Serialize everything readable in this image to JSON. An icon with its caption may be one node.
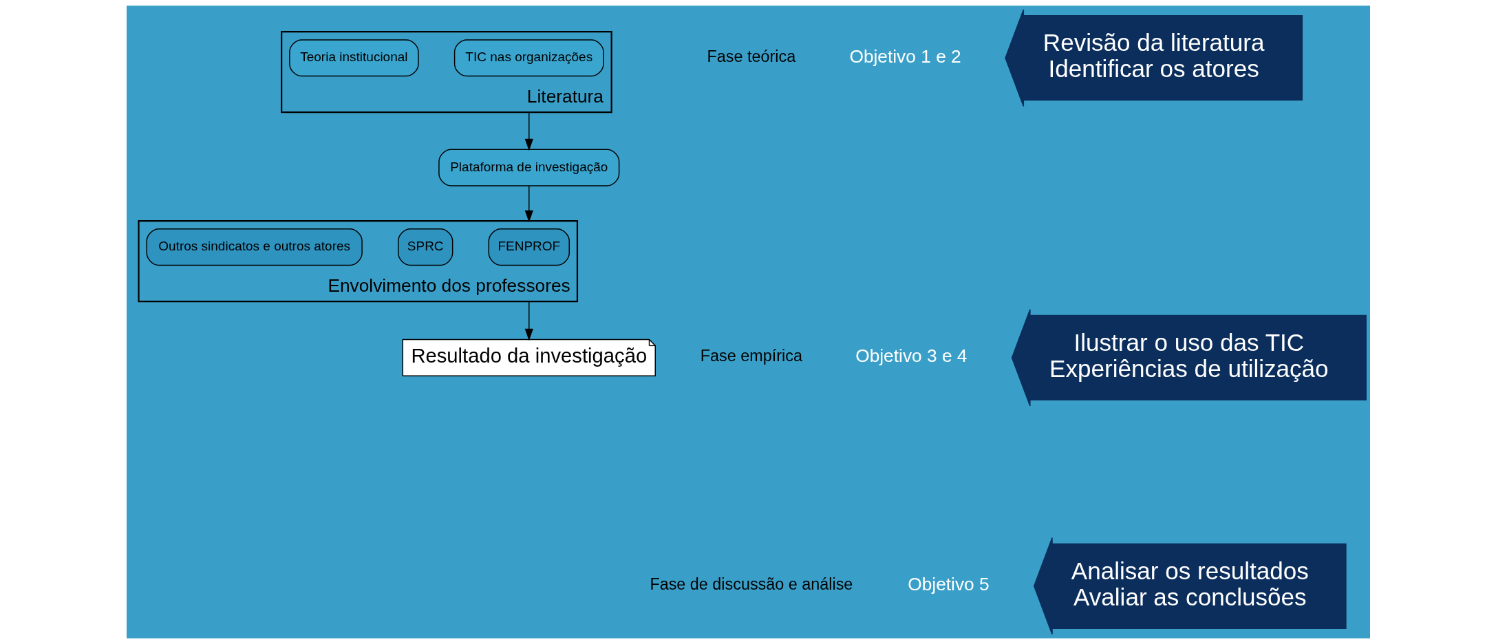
{
  "diagram": {
    "nodes": [
      {
        "text": [
          "Literatura"
        ]
      },
      {
        "text": [
          "TIC nas organizações"
        ],
        "in": 0
      },
      {
        "text": [
          "Teoria institucional"
        ],
        "in": 0
      },
      {
        "text": [
          "Plataforma de investigação"
        ]
      },
      {
        "text": [
          "Envolvimento dos professores"
        ]
      },
      {
        "text": [
          "FENPROF"
        ],
        "in": 4
      },
      {
        "text": [
          "SPRC"
        ],
        "in": 4
      },
      {
        "text": [
          "Outros sindicatos e outros atores"
        ],
        "in": 4
      },
      {
        "text": [
          "Resultado da investigação"
        ]
      },
      {
        "text": [
          "Revisão da literatura",
          "Identificar os atores"
        ]
      },
      {
        "text": [
          "Ilustrar o uso das TIC",
          "Experiências de utilização"
        ]
      },
      {
        "text": [
          "Analisar os resultados",
          "Avaliar as conclusões"
        ]
      }
    ],
    "edges": [
      {
        "from": 0,
        "to": 3,
        "arrow": "to"
      },
      {
        "from": 3,
        "to": 4,
        "arrow": "to"
      },
      {
        "from": 4,
        "to": 8,
        "arrow": "to"
      }
    ],
    "labels": [
      "Fase teórica",
      "Objetivo 1 e 2",
      "Fase empírica",
      "Objetivo 3 e 4",
      "Fase de discussão e análise",
      "Objetivo 5"
    ]
  }
}
